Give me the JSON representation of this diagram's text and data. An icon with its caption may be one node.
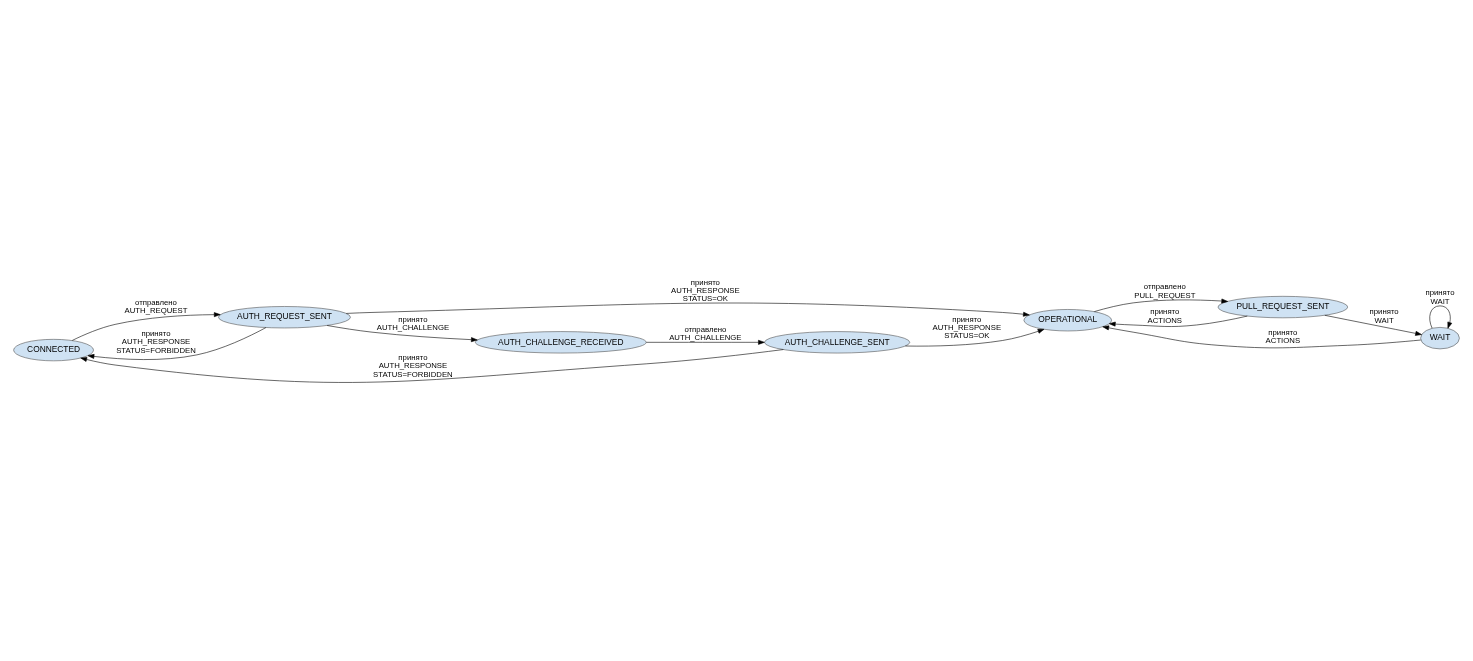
{
  "diagram": {
    "nodes": [
      {
        "text": [
          "CONNECTED"
        ]
      },
      {
        "text": [
          "AUTH_REQUEST_SENT"
        ]
      },
      {
        "text": [
          "AUTH_CHALLENGE_RECEIVED"
        ]
      },
      {
        "text": [
          "AUTH_CHALLENGE_SENT"
        ]
      },
      {
        "text": [
          "OPERATIONAL"
        ]
      },
      {
        "text": [
          "WAIT"
        ]
      },
      {
        "text": [
          "PULL_REQUEST_SENT"
        ]
      }
    ],
    "edges": [
      {
        "from": 0,
        "to": 1,
        "arrow": "to",
        "label": "отправлено AUTH_REQUEST"
      },
      {
        "from": 1,
        "to": 0,
        "arrow": "to",
        "label": "принято AUTH_RESPONSE STATUS=FORBIDDEN"
      },
      {
        "from": 1,
        "to": 2,
        "arrow": "to",
        "label": "принято AUTH_CHALLENGE"
      },
      {
        "from": 1,
        "to": 4,
        "arrow": "to",
        "label": "принято AUTH_RESPONSE STATUS=OK"
      },
      {
        "from": 2,
        "to": 3,
        "arrow": "to",
        "label": "отправлено AUTH_CHALLENGE"
      },
      {
        "from": 3,
        "to": 0,
        "arrow": "to",
        "label": "принято AUTH_RESPONSE STATUS=FORBIDDEN"
      },
      {
        "from": 3,
        "to": 4,
        "arrow": "to",
        "label": "принято AUTH_RESPONSE STATUS=OK"
      },
      {
        "from": 5,
        "to": 4,
        "arrow": "to",
        "label": "принято ACTIONS"
      },
      {
        "from": 4,
        "to": 6,
        "arrow": "to",
        "label": "отправлено PULL_REQUEST"
      },
      {
        "from": 6,
        "to": 4,
        "arrow": "to",
        "label": "принято ACTIONS"
      },
      {
        "from": 6,
        "to": 5,
        "arrow": "to",
        "label": "принято WAIT"
      },
      {
        "from": 5,
        "to": 5,
        "arrow": "to",
        "label": "принято WAIT"
      }
    ]
  }
}
